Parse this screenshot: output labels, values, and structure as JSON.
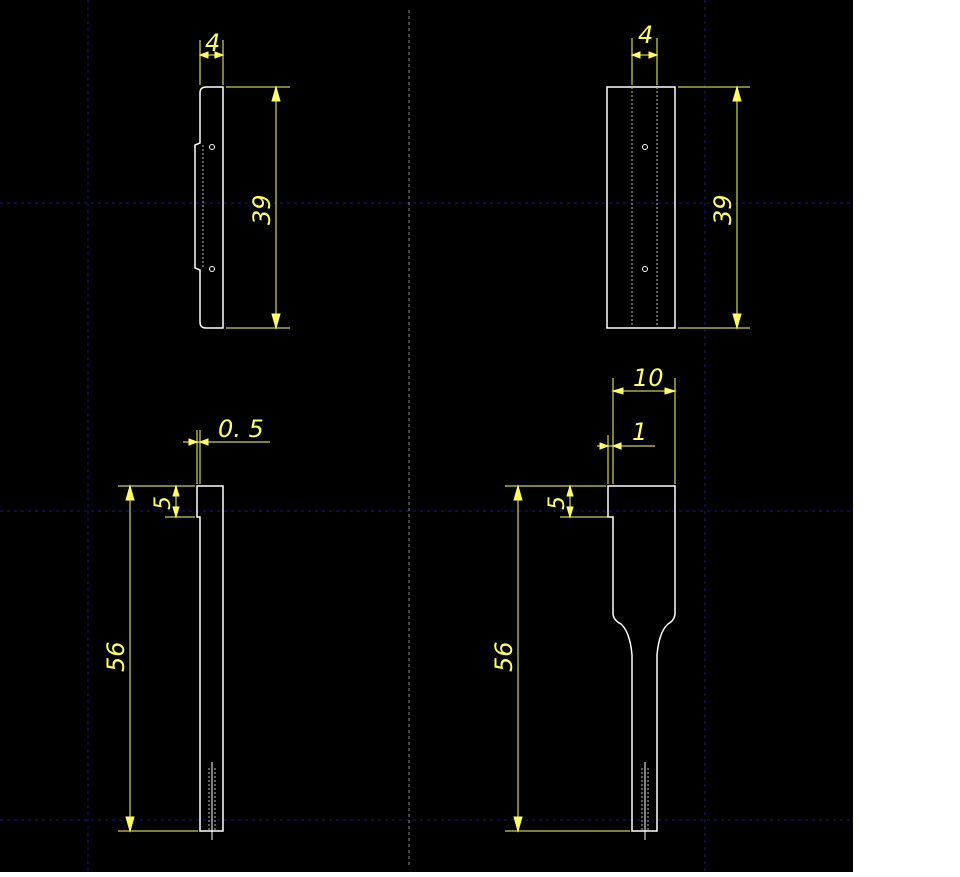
{
  "colors": {
    "background": "#000000",
    "grid": "#1a1a8a",
    "outline": "#ffffff",
    "dimension": "#ffff66",
    "hidden": "#bbbbbb"
  },
  "dims": {
    "tl_width": "4",
    "tl_height": "39",
    "tr_width": "4",
    "tr_height": "39",
    "bl_offset": "0. 5",
    "bl_step": "5",
    "bl_length": "56",
    "br_width": "10",
    "br_offset": "1",
    "br_step": "5",
    "br_length": "56"
  }
}
